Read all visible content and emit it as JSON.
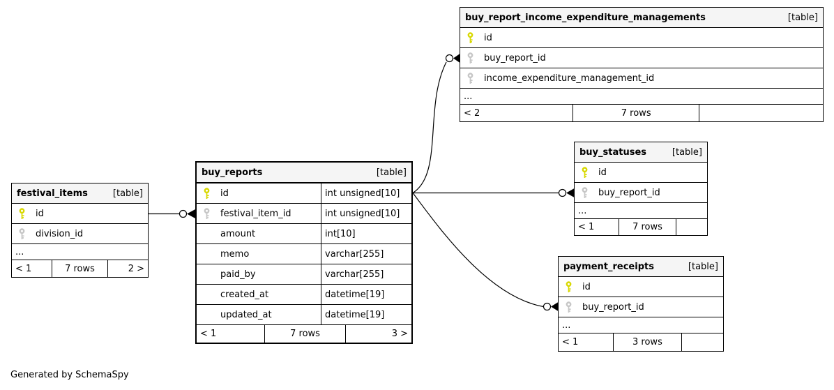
{
  "diagram": {
    "generator_note": "Generated by SchemaSpy",
    "colors": {
      "table_header_bg": "#f5f5f5",
      "border": "#000000",
      "primary_key_icon": "#d8d800",
      "foreign_key_icon": "#c6c6c6"
    }
  },
  "tables": {
    "buy_report_income_expenditure_managements": {
      "title": "buy_report_income_expenditure_managements",
      "tag": "[table]",
      "rows": [
        {
          "name": "id",
          "key": "pk"
        },
        {
          "name": "buy_report_id",
          "key": "fk"
        },
        {
          "name": "income_expenditure_management_id",
          "key": "fk"
        }
      ],
      "ellipsis": "...",
      "footer": {
        "left": "< 2",
        "center": "7 rows",
        "right": ""
      }
    },
    "buy_statuses": {
      "title": "buy_statuses",
      "tag": "[table]",
      "rows": [
        {
          "name": "id",
          "key": "pk"
        },
        {
          "name": "buy_report_id",
          "key": "fk"
        }
      ],
      "ellipsis": "...",
      "footer": {
        "left": "< 1",
        "center": "7 rows",
        "right": ""
      }
    },
    "payment_receipts": {
      "title": "payment_receipts",
      "tag": "[table]",
      "rows": [
        {
          "name": "id",
          "key": "pk"
        },
        {
          "name": "buy_report_id",
          "key": "fk"
        }
      ],
      "ellipsis": "...",
      "footer": {
        "left": "< 1",
        "center": "3 rows",
        "right": ""
      }
    },
    "festival_items": {
      "title": "festival_items",
      "tag": "[table]",
      "rows": [
        {
          "name": "id",
          "key": "pk"
        },
        {
          "name": "division_id",
          "key": "fk"
        }
      ],
      "ellipsis": "...",
      "footer": {
        "left": "< 1",
        "center": "7 rows",
        "right": "2 >"
      }
    },
    "buy_reports": {
      "title": "buy_reports",
      "tag": "[table]",
      "rows": [
        {
          "name": "id",
          "key": "pk",
          "type": "int unsigned[10]"
        },
        {
          "name": "festival_item_id",
          "key": "fk",
          "type": "int unsigned[10]"
        },
        {
          "name": "amount",
          "key": "",
          "type": "int[10]"
        },
        {
          "name": "memo",
          "key": "",
          "type": "varchar[255]"
        },
        {
          "name": "paid_by",
          "key": "",
          "type": "varchar[255]"
        },
        {
          "name": "created_at",
          "key": "",
          "type": "datetime[19]"
        },
        {
          "name": "updated_at",
          "key": "",
          "type": "datetime[19]"
        }
      ],
      "footer": {
        "left": "< 1",
        "center": "7 rows",
        "right": "3 >"
      }
    }
  }
}
